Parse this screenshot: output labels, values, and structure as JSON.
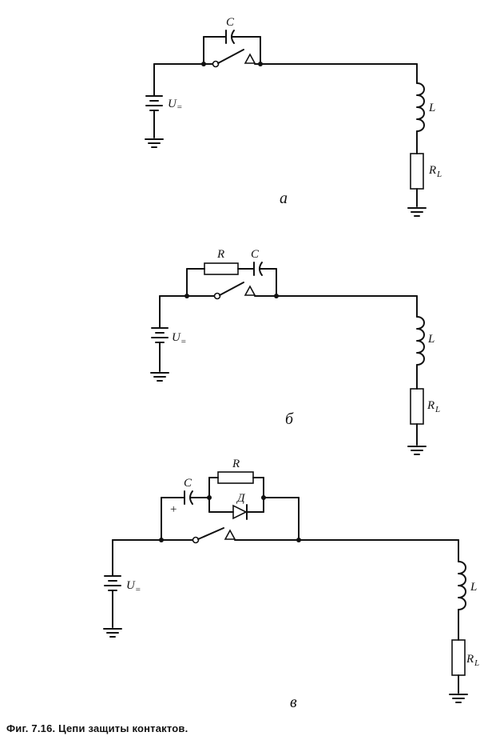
{
  "circuits": [
    {
      "caption": "а",
      "capacitor": "C",
      "source": "U",
      "source_sub": "=",
      "inductor": "L",
      "resistor": "R",
      "resistor_sub": "L"
    },
    {
      "caption": "б",
      "resistor_series": "R",
      "capacitor": "C",
      "source": "U",
      "source_sub": "=",
      "inductor": "L",
      "resistor": "R",
      "resistor_sub": "L"
    },
    {
      "caption": "в",
      "resistor_parallel": "R",
      "capacitor": "C",
      "plus": "+",
      "diode": "Д",
      "source": "U",
      "source_sub": "=",
      "inductor": "L",
      "resistor": "R",
      "resistor_sub": "L"
    }
  ],
  "figure_caption": "Фиг. 7.16. Цепи защиты контактов."
}
